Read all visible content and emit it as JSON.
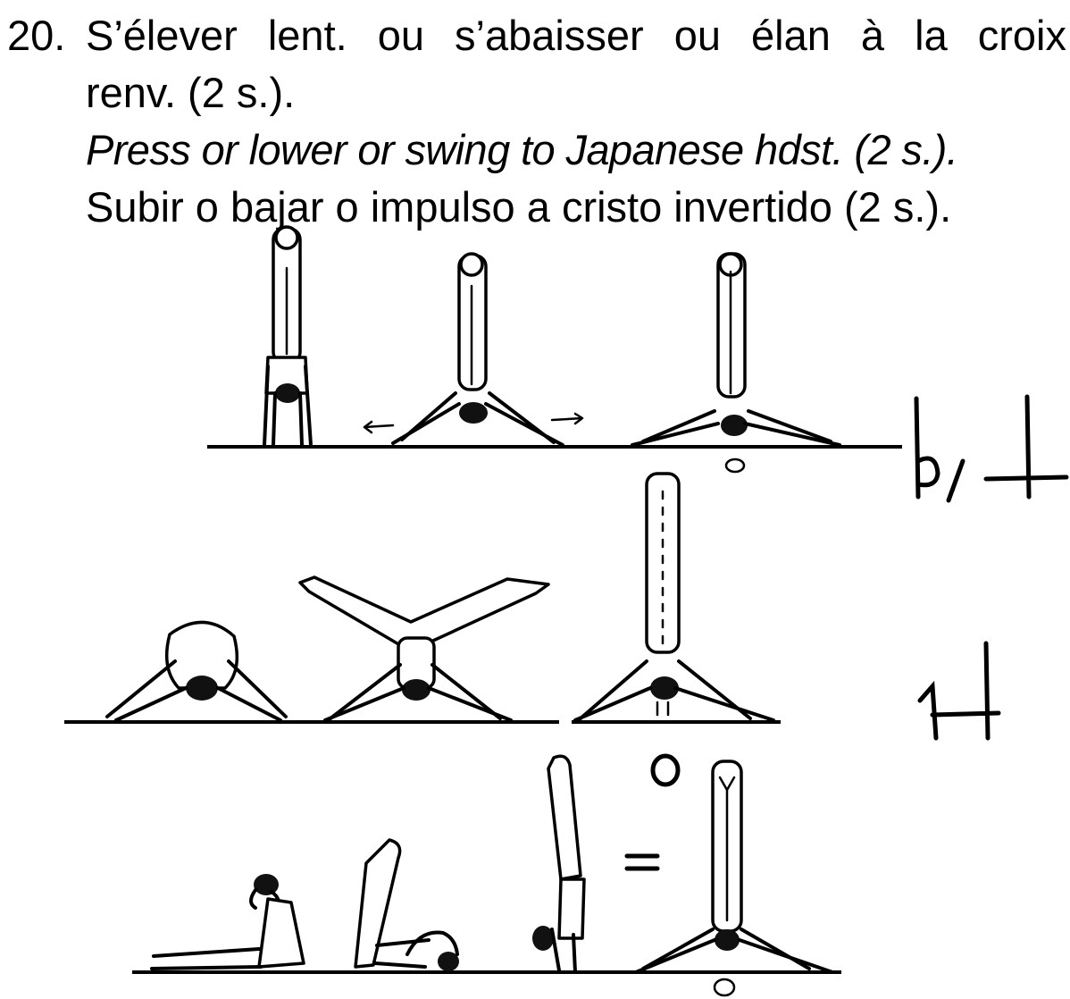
{
  "element": {
    "number": "20.",
    "french_line1": "S’élever lent. ou s’abaisser ou élan à la croix",
    "french_line2": "renv. (2 s.).",
    "english": "Press or lower or swing to Japanese hdst. (2 s.).",
    "spanish": "Subir o bajar o impulso a cristo invertido (2 s.)."
  },
  "figures": {
    "row1": "press-to-japanese-handstand-sequence",
    "row2": "lower-to-japanese-handstand-sequence",
    "row3": "swing-to-japanese-handstand-sequence",
    "equals_sign": "="
  },
  "colors": {
    "ink": "#000000",
    "paper": "#ffffff"
  }
}
